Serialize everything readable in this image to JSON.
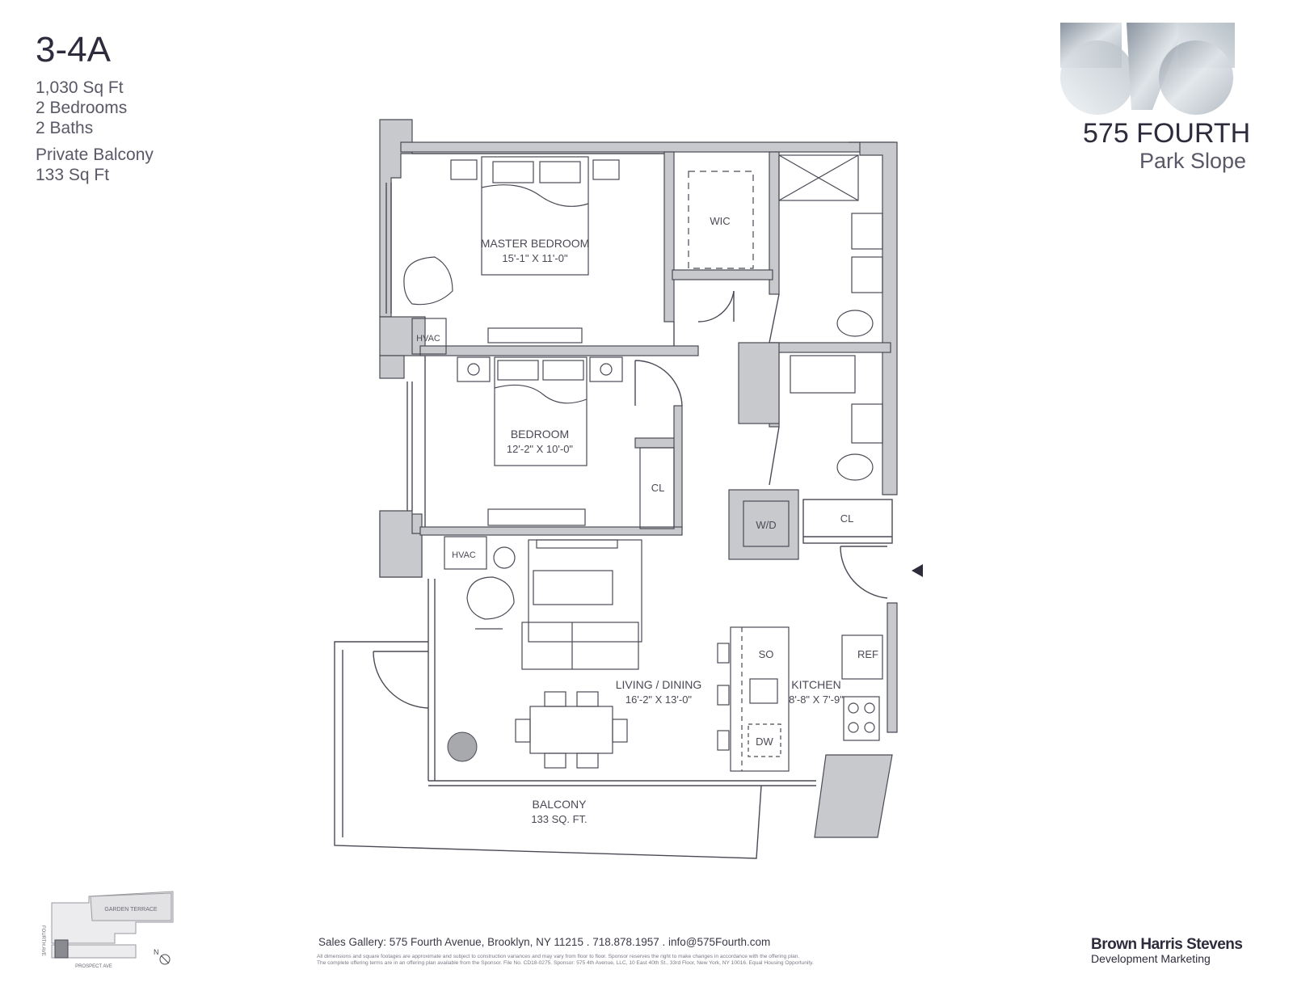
{
  "unit": {
    "name": "3-4A",
    "area": "1,030 Sq Ft",
    "bedrooms": "2 Bedrooms",
    "baths": "2 Baths",
    "balcony_label": "Private Balcony",
    "balcony_area": "133 Sq Ft"
  },
  "brand": {
    "name": "575 FOURTH",
    "neighborhood": "Park Slope"
  },
  "rooms": {
    "master_name": "MASTER BEDROOM",
    "master_dims": "15'-1\" X 11'-0\"",
    "wic": "WIC",
    "bedroom_name": "BEDROOM",
    "bedroom_dims": "12'-2\" X 10'-0\"",
    "cl1": "CL",
    "cl2": "CL",
    "wd": "W/D",
    "hvac1": "HVAC",
    "hvac2": "HVAC",
    "living_name": "LIVING / DINING",
    "living_dims": "16'-2\" X 13'-0\"",
    "kitchen_name": "KITCHEN",
    "kitchen_dims": "8'-8\" X 7'-9\"",
    "so": "SO",
    "dw": "DW",
    "ref": "REF",
    "balcony_name": "BALCONY",
    "balcony_area": "133 SQ. FT."
  },
  "keyplan": {
    "garden": "GARDEN TERRACE",
    "street1": "FOURTH AVE",
    "street2": "PROSPECT AVE",
    "north": "N"
  },
  "footer": {
    "contact": "Sales Gallery: 575 Fourth Avenue, Brooklyn, NY 11215   .   718.878.1957   .   info@575Fourth.com",
    "disclaimer1": "All dimensions and square footages are approximate and subject to construction variances and may vary from floor to floor. Sponsor reserves the right to make changes in accordance with the offering plan.",
    "disclaimer2": "The complete offering terms are in an offering plan available from the Sponsor. File No. CD18-0275. Sponsor: 575 4th Avenue, LLC, 10 East 40th St., 33rd Floor, New York, NY 10016. Equal Housing Opportunity."
  },
  "broker": {
    "name": "Brown Harris Stevens",
    "division": "Development Marketing"
  },
  "colors": {
    "wall": "#c8c9cc",
    "line": "#4a4a56",
    "text": "#2e2b3c"
  }
}
